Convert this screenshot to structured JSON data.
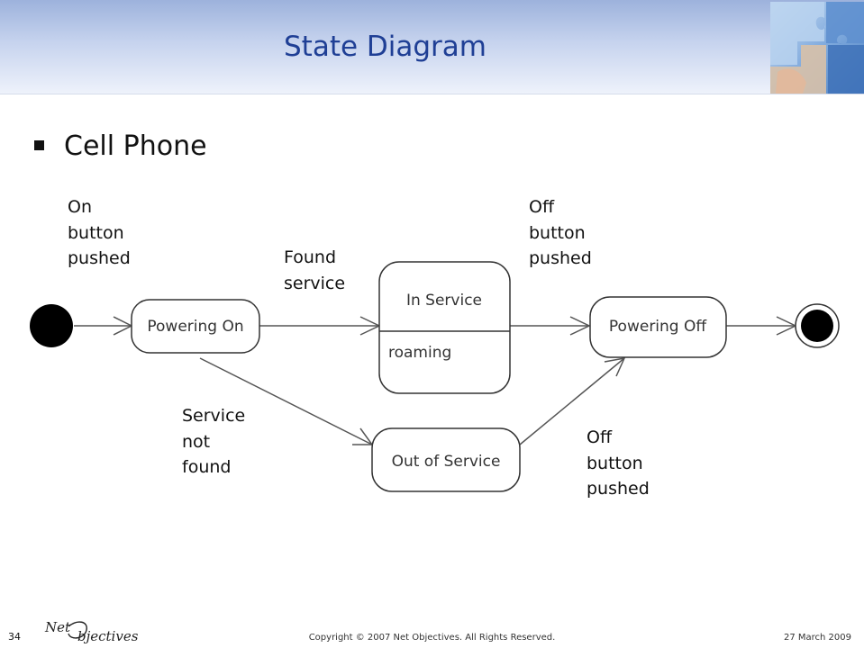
{
  "slide": {
    "title": "State Diagram",
    "bullet": "Cell Phone",
    "page_number": "34",
    "logo_text": "NetObjectives",
    "copyright": "Copyright © 2007 Net Objectives. All Rights Reserved.",
    "date": "27 March 2009"
  },
  "diagram": {
    "states": {
      "powering_on": "Powering On",
      "in_service": "In Service",
      "in_service_region": "roaming",
      "out_of_service": "Out of Service",
      "powering_off": "Powering Off"
    },
    "transitions": {
      "on_pushed": [
        "On",
        "button",
        "pushed"
      ],
      "found_service": [
        "Found",
        "service"
      ],
      "off_pushed_top": [
        "Off",
        "button",
        "pushed"
      ],
      "service_not_found": [
        "Service",
        "not",
        "found"
      ],
      "off_pushed_bottom": [
        "Off",
        "button",
        "pushed"
      ]
    },
    "colors": {
      "line": "#555555",
      "pseudostate": "#000000",
      "title": "#1f3f95"
    }
  }
}
